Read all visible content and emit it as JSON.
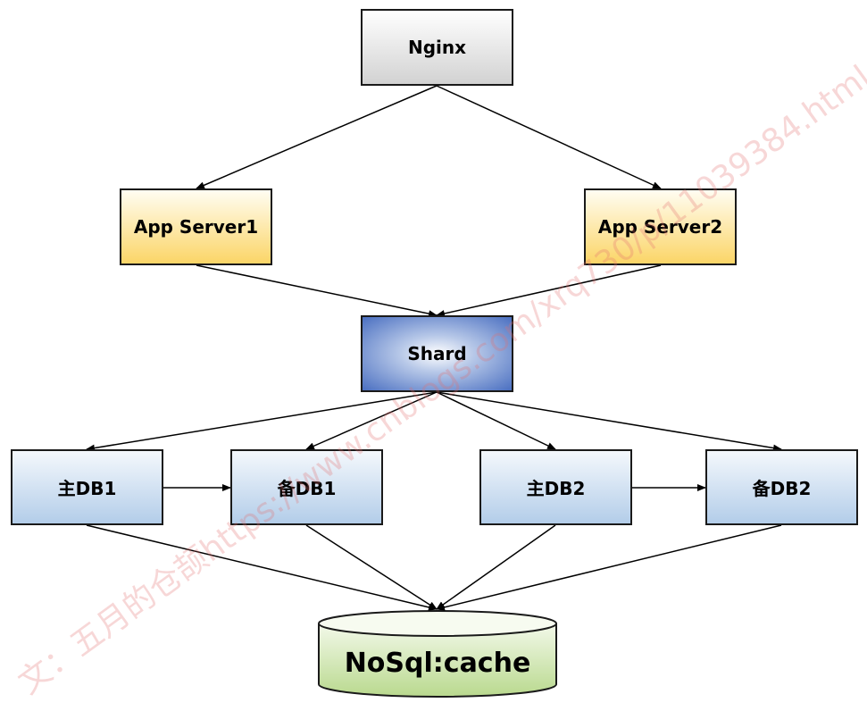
{
  "nodes": {
    "nginx": "Nginx",
    "app_server1": "App Server1",
    "app_server2": "App Server2",
    "shard": "Shard",
    "db1_primary": "主DB1",
    "db1_standby": "备DB1",
    "db2_primary": "主DB2",
    "db2_standby": "备DB2",
    "cache": "NoSql:cache"
  },
  "edges": [
    {
      "from": "nginx",
      "to": "app_server1"
    },
    {
      "from": "nginx",
      "to": "app_server2"
    },
    {
      "from": "app_server1",
      "to": "shard"
    },
    {
      "from": "app_server2",
      "to": "shard"
    },
    {
      "from": "shard",
      "to": "db1_primary"
    },
    {
      "from": "shard",
      "to": "db1_standby"
    },
    {
      "from": "shard",
      "to": "db2_primary"
    },
    {
      "from": "shard",
      "to": "db2_standby"
    },
    {
      "from": "db1_primary",
      "to": "db1_standby"
    },
    {
      "from": "db2_primary",
      "to": "db2_standby"
    },
    {
      "from": "db1_primary",
      "to": "cache"
    },
    {
      "from": "db1_standby",
      "to": "cache"
    },
    {
      "from": "db2_primary",
      "to": "cache"
    },
    {
      "from": "db2_standby",
      "to": "cache"
    }
  ],
  "watermark": "文：五月的仓颉https://www.cnblogs.com/xrq730/p/11039384.html",
  "colors": {
    "nginx_fill": "#d2d2d2",
    "app_server_fill": "#fbd567",
    "shard_fill": "#4a6fc1",
    "db_fill": "#b3cde9",
    "cache_fill": "#b9d98e",
    "watermark": "#e06e6e"
  }
}
